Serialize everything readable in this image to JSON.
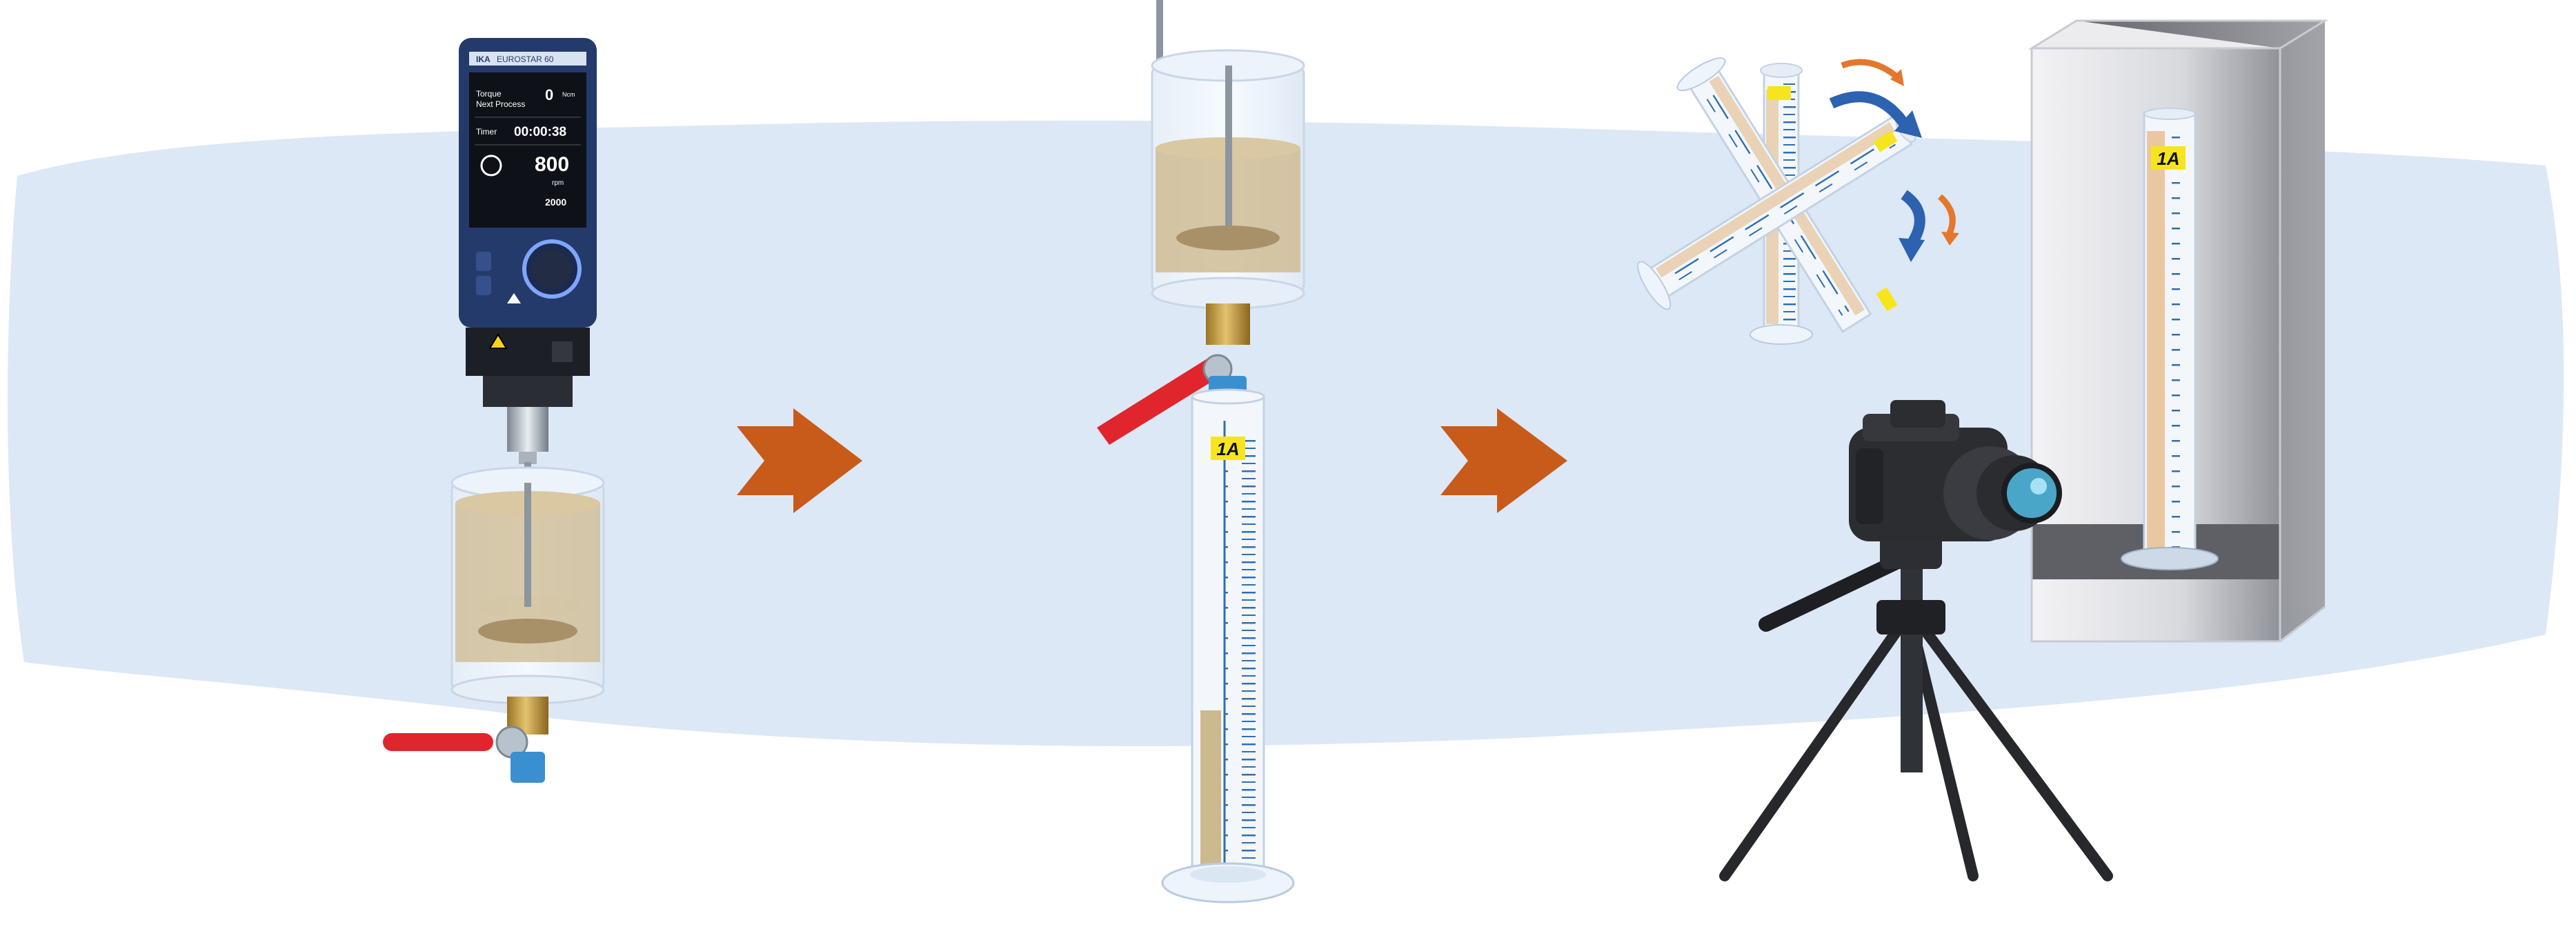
{
  "stirrer": {
    "brand": "IKA",
    "model": "EUROSTAR 60",
    "torque_label": "Torque",
    "torque_value": "0",
    "torque_unit": "Ncm",
    "next_process_label": "Next Process",
    "timer_label": "Timer",
    "timer_value": "00:00:38",
    "speed_value": "800",
    "speed_unit": "rpm",
    "speed_limit": "2000"
  },
  "cylinder_label": "1A",
  "dialog_label": "1A",
  "colors": {
    "background_band": "#dce8f6",
    "arrow": "#c85a1a",
    "valve_handle": "#e0262c",
    "suspension": "#cdb98f",
    "sediment": "#a89068",
    "stirrer_body": "#243a6b",
    "scale_blue": "#2f6fb0",
    "label_yellow": "#f6e51c",
    "rotation_blue": "#2c62b0",
    "rotation_orange": "#e4772b"
  },
  "icons": [
    "overhead-stirrer-icon",
    "beaker-icon",
    "ball-valve-icon",
    "process-arrow-icon",
    "graduated-cylinder-icon",
    "rotation-arrow-icon",
    "camera-icon",
    "tripod-icon",
    "light-box-icon"
  ]
}
